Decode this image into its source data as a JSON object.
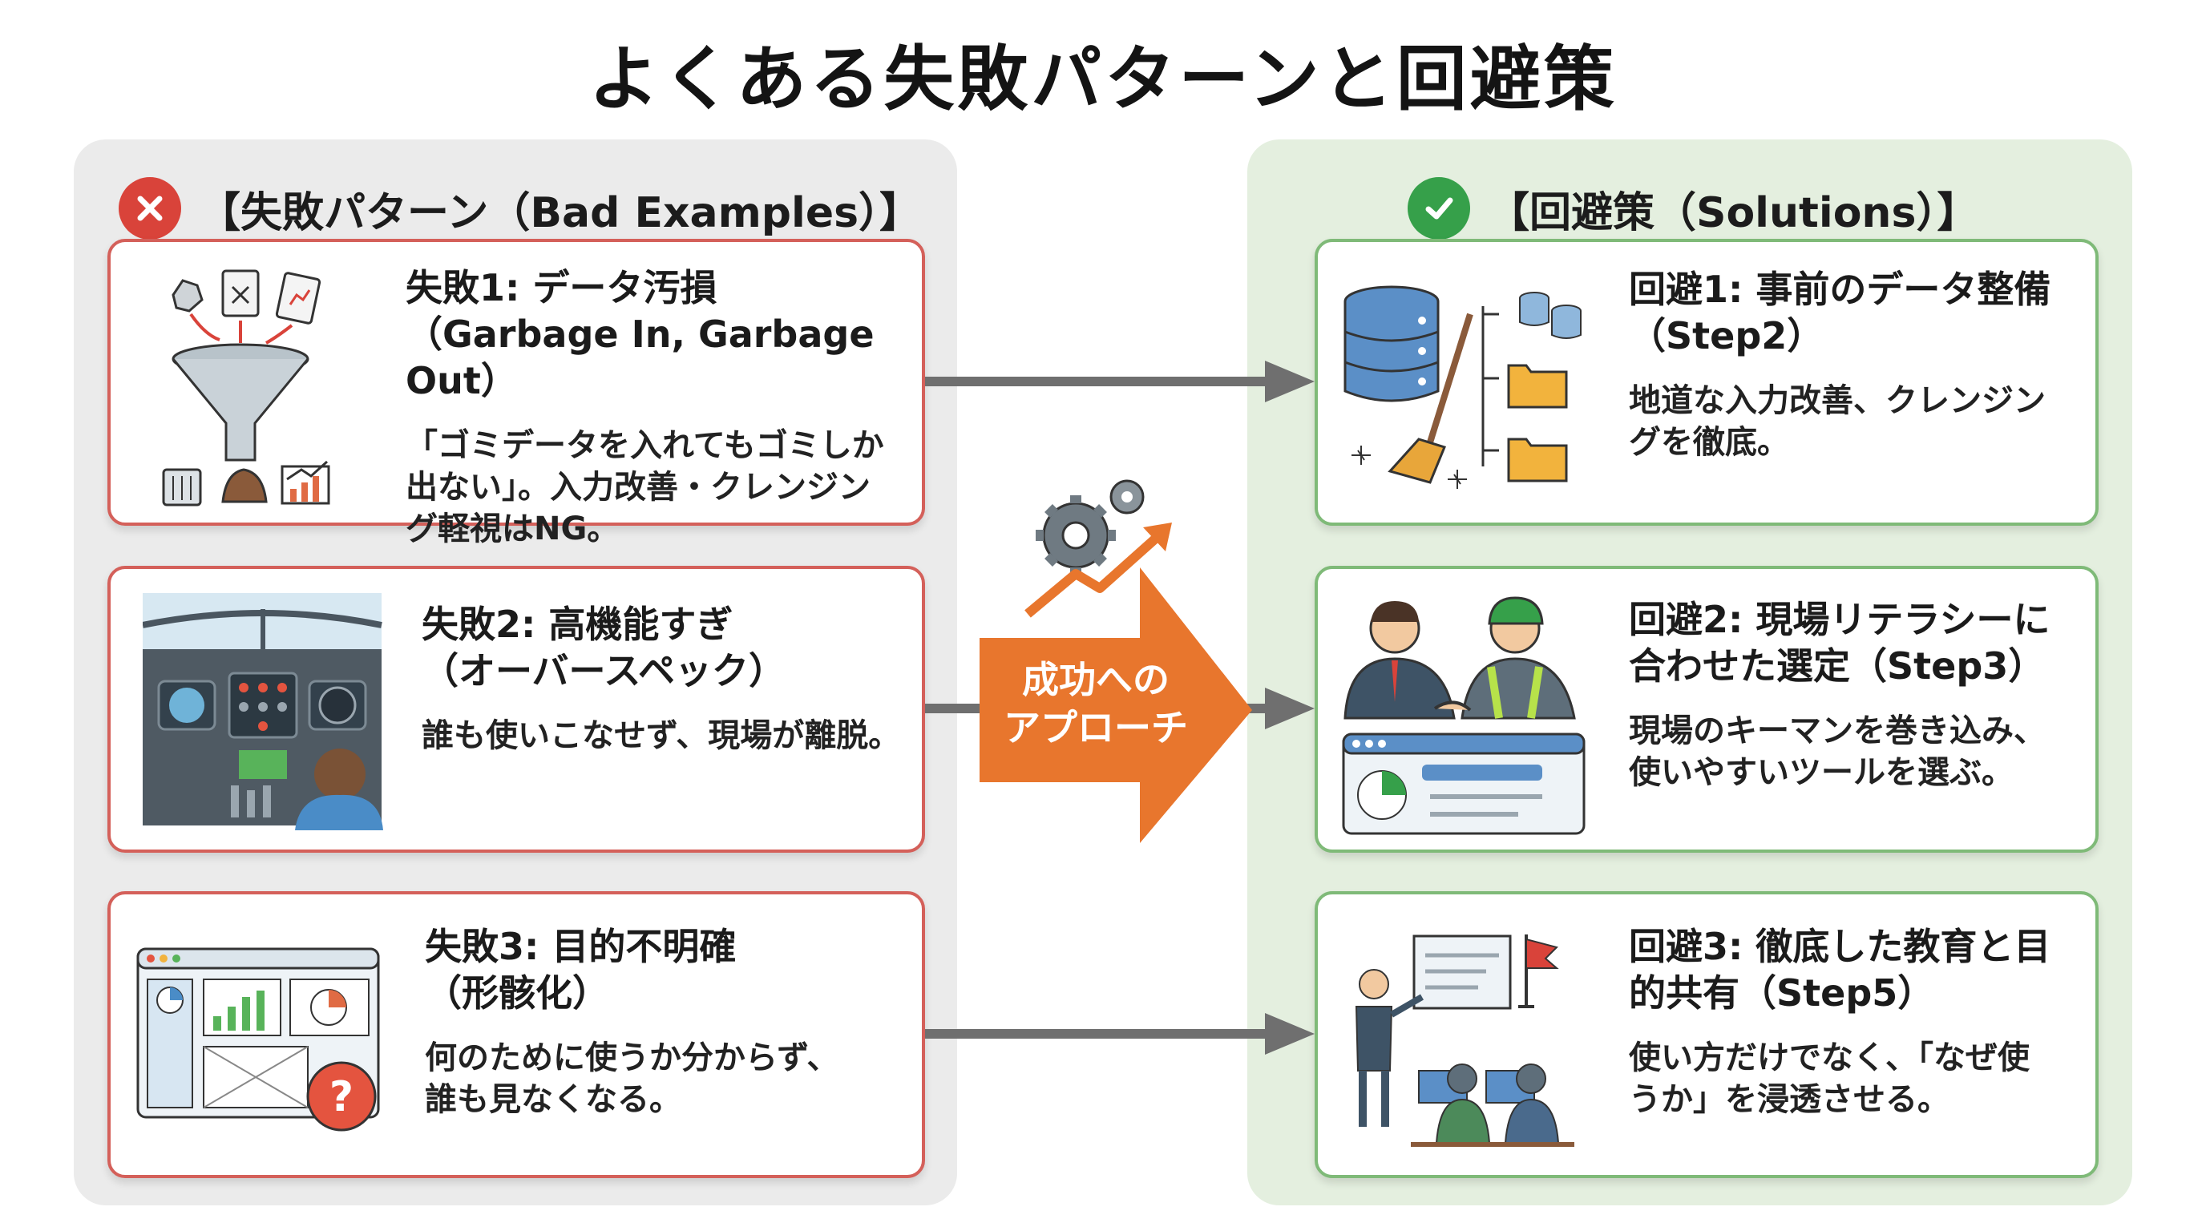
{
  "title": "よくある失敗パターンと回避策",
  "left_panel": {
    "header": "【失敗パターン（Bad Examples）】",
    "icon": "x-mark-icon",
    "cards": [
      {
        "heading_line1": "失敗1: データ汚損",
        "heading_line2": "（Garbage In, Garbage Out）",
        "body_lines": [
          "「ゴミデータを入れてもゴミしか",
          "出ない」。入力改善・クレンジン",
          "グ軽視はNG。"
        ],
        "illustration": "garbage-funnel-illustration"
      },
      {
        "heading_line1": "失敗2: 高機能すぎ",
        "heading_line2": "（オーバースペック）",
        "body_lines": [
          "誰も使いこなせず、現場が離脱。"
        ],
        "illustration": "cockpit-illustration"
      },
      {
        "heading_line1": "失敗3: 目的不明確",
        "heading_line2": "（形骸化）",
        "body_lines": [
          "何のために使うか分からず、",
          "誰も見なくなる。"
        ],
        "illustration": "unused-dashboard-illustration"
      }
    ]
  },
  "right_panel": {
    "header": "【回避策（Solutions）】",
    "icon": "check-mark-icon",
    "cards": [
      {
        "heading_line1": "回避1: 事前のデータ整備",
        "heading_line2": "（Step2）",
        "body_lines": [
          "地道な入力改善、クレンジン",
          "グを徹底。"
        ],
        "illustration": "data-cleaning-illustration"
      },
      {
        "heading_line1": "回避2: 現場リテラシーに",
        "heading_line2": "合わせた選定（Step3）",
        "body_lines": [
          "現場のキーマンを巻き込み、",
          "使いやすいツールを選ぶ。"
        ],
        "illustration": "handshake-illustration"
      },
      {
        "heading_line1": "回避3: 徹底した教育と目",
        "heading_line2": "的共有（Step5）",
        "body_lines": [
          "使い方だけでなく、「なぜ使",
          "うか」を浸透させる。"
        ],
        "illustration": "training-illustration"
      }
    ]
  },
  "center": {
    "label_line1": "成功への",
    "label_line2": "アプローチ",
    "icon": "gears-growth-icon"
  },
  "colors": {
    "bad_accent": "#d9433a",
    "good_accent": "#36a04a",
    "arrow_orange": "#e8762d",
    "connector_gray": "#6f6f6f"
  }
}
